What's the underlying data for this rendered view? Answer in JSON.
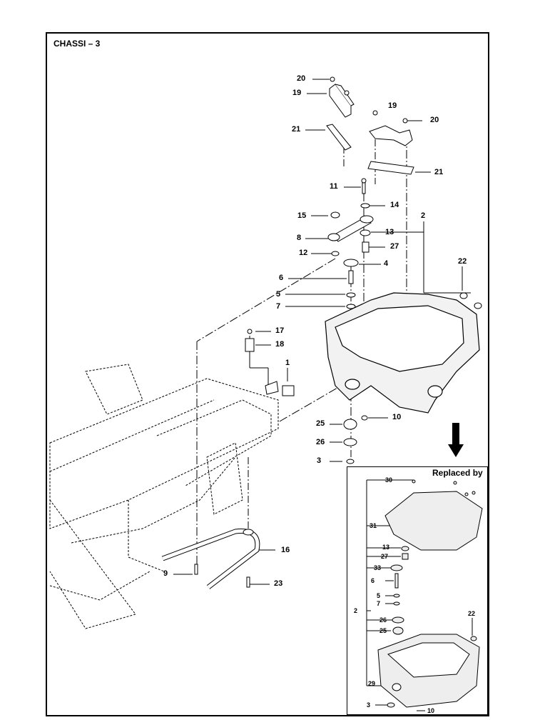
{
  "diagram": {
    "title": "CHASSI – 3",
    "inset_title": "Replaced by",
    "callouts_main": [
      {
        "id": "c20a",
        "text": "20"
      },
      {
        "id": "c19a",
        "text": "19"
      },
      {
        "id": "c21a",
        "text": "21"
      },
      {
        "id": "c19b",
        "text": "19"
      },
      {
        "id": "c20b",
        "text": "20"
      },
      {
        "id": "c21b",
        "text": "21"
      },
      {
        "id": "c11",
        "text": "11"
      },
      {
        "id": "c14",
        "text": "14"
      },
      {
        "id": "c15",
        "text": "15"
      },
      {
        "id": "c2",
        "text": "2"
      },
      {
        "id": "c8",
        "text": "8"
      },
      {
        "id": "c13",
        "text": "13"
      },
      {
        "id": "c27",
        "text": "27"
      },
      {
        "id": "c12",
        "text": "12"
      },
      {
        "id": "c4",
        "text": "4"
      },
      {
        "id": "c22",
        "text": "22"
      },
      {
        "id": "c6",
        "text": "6"
      },
      {
        "id": "c5",
        "text": "5"
      },
      {
        "id": "c7",
        "text": "7"
      },
      {
        "id": "c17",
        "text": "17"
      },
      {
        "id": "c18",
        "text": "18"
      },
      {
        "id": "c1",
        "text": "1"
      },
      {
        "id": "c25",
        "text": "25"
      },
      {
        "id": "c10",
        "text": "10"
      },
      {
        "id": "c26",
        "text": "26"
      },
      {
        "id": "c3",
        "text": "3"
      },
      {
        "id": "c16",
        "text": "16"
      },
      {
        "id": "c9",
        "text": "9"
      },
      {
        "id": "c23",
        "text": "23"
      }
    ],
    "callouts_inset": [
      {
        "id": "i30",
        "text": "30"
      },
      {
        "id": "i31",
        "text": "31"
      },
      {
        "id": "i13",
        "text": "13"
      },
      {
        "id": "i27",
        "text": "27"
      },
      {
        "id": "i33",
        "text": "33"
      },
      {
        "id": "i6",
        "text": "6"
      },
      {
        "id": "i5",
        "text": "5"
      },
      {
        "id": "i7",
        "text": "7"
      },
      {
        "id": "i2",
        "text": "2"
      },
      {
        "id": "i26",
        "text": "26"
      },
      {
        "id": "i25",
        "text": "25"
      },
      {
        "id": "i22",
        "text": "22"
      },
      {
        "id": "i29",
        "text": "29"
      },
      {
        "id": "i3",
        "text": "3"
      },
      {
        "id": "i10",
        "text": "10"
      }
    ]
  }
}
